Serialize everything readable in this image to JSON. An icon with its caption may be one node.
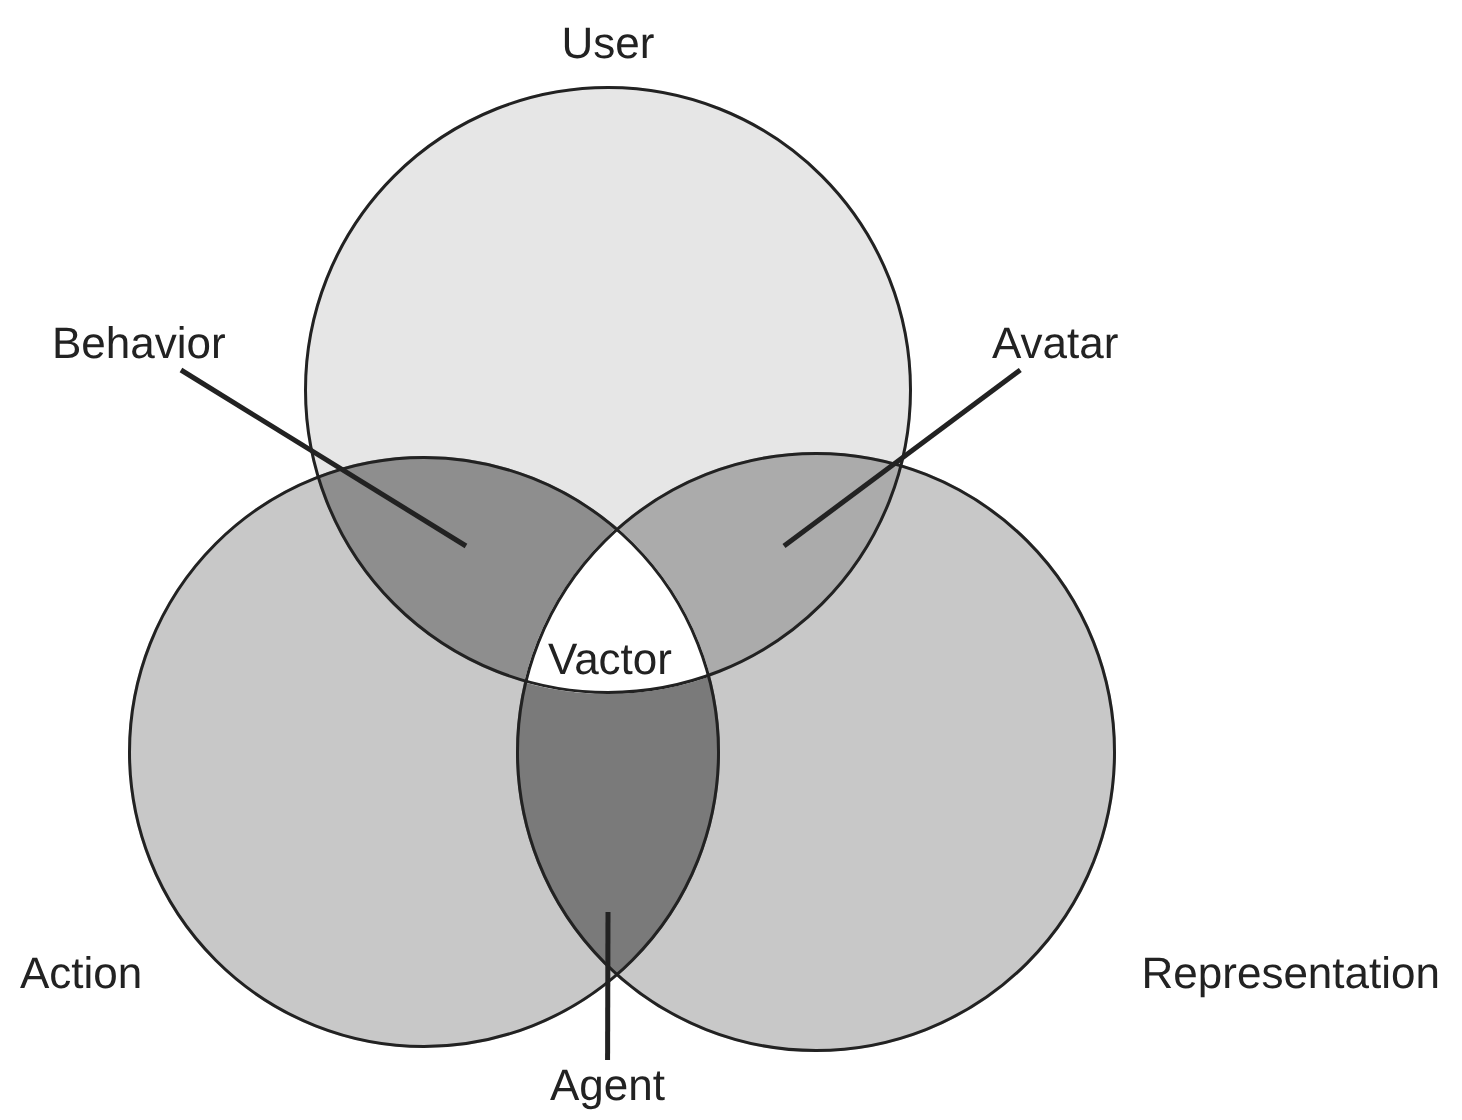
{
  "diagram": {
    "nodes": [
      {
        "text": [
          "User"
        ]
      },
      {
        "text": [
          "Action"
        ]
      },
      {
        "text": [
          "Representation"
        ]
      },
      {
        "text": [
          "Behavior"
        ]
      },
      {
        "text": [
          "Avatar"
        ]
      },
      {
        "text": [
          "Agent"
        ]
      },
      {
        "text": [],
        "shape": "lens"
      },
      {
        "text": [],
        "shape": "lens"
      },
      {
        "text": [],
        "shape": "lens"
      }
    ],
    "edges": [
      {
        "from": 3,
        "to": 6,
        "arrow": "none"
      },
      {
        "from": 4,
        "to": 7,
        "arrow": "none"
      },
      {
        "from": 5,
        "to": 8,
        "arrow": "none"
      }
    ],
    "labels": [
      "Vactor"
    ]
  }
}
